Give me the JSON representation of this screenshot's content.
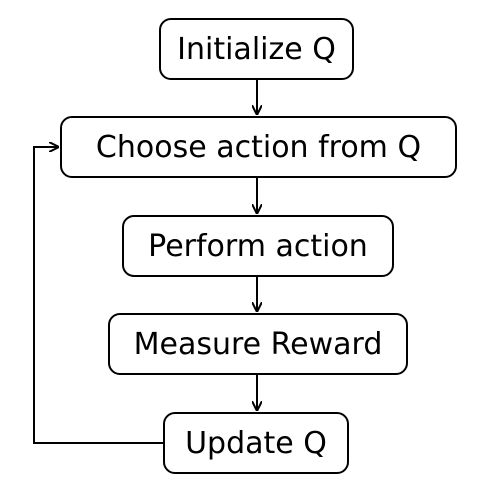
{
  "diagram": {
    "nodes": [
      {
        "id": "initialize-q",
        "label": "Initialize Q"
      },
      {
        "id": "choose-action",
        "label": "Choose action from Q"
      },
      {
        "id": "perform-action",
        "label": "Perform action"
      },
      {
        "id": "measure-reward",
        "label": "Measure Reward"
      },
      {
        "id": "update-q",
        "label": "Update Q"
      }
    ],
    "edges": [
      {
        "from": "initialize-q",
        "to": "choose-action"
      },
      {
        "from": "choose-action",
        "to": "perform-action"
      },
      {
        "from": "perform-action",
        "to": "measure-reward"
      },
      {
        "from": "measure-reward",
        "to": "update-q"
      },
      {
        "from": "update-q",
        "to": "choose-action",
        "type": "loop-back"
      }
    ],
    "colors": {
      "stroke": "#000000",
      "background": "#ffffff"
    }
  }
}
